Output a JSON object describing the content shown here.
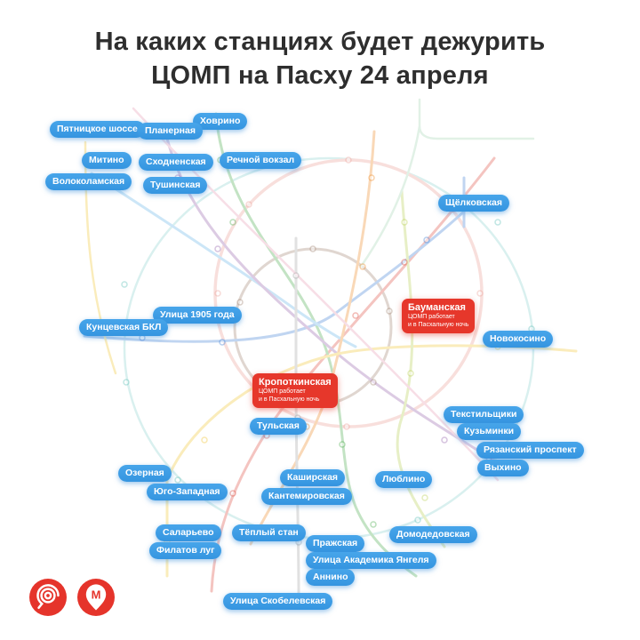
{
  "title": {
    "line1": "На каких станциях будет дежурить",
    "line2": "ЦОМП на Пасху 24 апреля"
  },
  "colors": {
    "pill_blue": "#47a5ea",
    "pill_red": "#e6372b",
    "title_color": "#2e2e2e",
    "logo_red": "#e5342b"
  },
  "stations": [
    {
      "label": "Пятницкое шоссе"
    },
    {
      "label": "Ховрино"
    },
    {
      "label": "Планерная"
    },
    {
      "label": "Митино"
    },
    {
      "label": "Сходненская"
    },
    {
      "label": "Речной вокзал"
    },
    {
      "label": "Волоколамская"
    },
    {
      "label": "Тушинская"
    },
    {
      "label": "Щёлковская"
    },
    {
      "label": "Улица 1905 года"
    },
    {
      "label": "Кунцевская БКЛ"
    },
    {
      "label": "Новокосино"
    },
    {
      "label": "Текстильщики"
    },
    {
      "label": "Кузьминки"
    },
    {
      "label": "Рязанский проспект"
    },
    {
      "label": "Выхино"
    },
    {
      "label": "Тульская"
    },
    {
      "label": "Озерная"
    },
    {
      "label": "Юго-Западная"
    },
    {
      "label": "Каширская"
    },
    {
      "label": "Кантемировская"
    },
    {
      "label": "Люблино"
    },
    {
      "label": "Саларьево"
    },
    {
      "label": "Филатов луг"
    },
    {
      "label": "Тёплый стан"
    },
    {
      "label": "Пражская"
    },
    {
      "label": "Улица Академика Янгеля"
    },
    {
      "label": "Аннино"
    },
    {
      "label": "Домодедовская"
    },
    {
      "label": "Улица Скобелевская"
    }
  ],
  "special_stations": [
    {
      "name": "Бауманская",
      "note_line1": "ЦОМП работает",
      "note_line2": "и в Пасхальную ночь"
    },
    {
      "name": "Кропоткинская",
      "note_line1": "ЦОМП работает",
      "note_line2": "и в Пасхальную ночь"
    }
  ],
  "logos": {
    "metro_letter": "М"
  }
}
